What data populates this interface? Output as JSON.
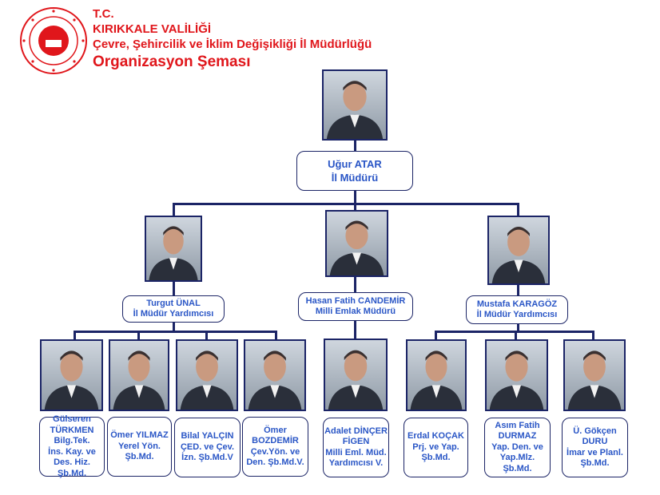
{
  "header": {
    "line1": "T.C.",
    "line2": "KIRIKKALE VALİLİĞİ",
    "line3": "Çevre, Şehircilik ve İklim Değişikliği İl Müdürlüğü",
    "title": "Organizasyon Şeması"
  },
  "colors": {
    "header": "#e0161b",
    "text": "#2a56c6",
    "lines": "#1b2466"
  },
  "director": {
    "name": "Uğur ATAR",
    "role": "İl Müdürü"
  },
  "deputies": [
    {
      "name": "Turgut ÜNAL",
      "role": "İl Müdür Yardımcısı"
    },
    {
      "name": "Hasan Fatih CANDEMİR",
      "role": "Milli Emlak Müdürü"
    },
    {
      "name": "Mustafa KARAGÖZ",
      "role": "İl Müdür Yardımcısı"
    }
  ],
  "staff": [
    {
      "lines": [
        "Gülseren",
        "TÜRKMEN",
        "Bilg.Tek.",
        "İns. Kay. ve",
        "Des. Hiz.",
        "Şb.Md."
      ]
    },
    {
      "lines": [
        "Ömer YILMAZ",
        "Yerel Yön.",
        "Şb.Md."
      ]
    },
    {
      "lines": [
        "Bilal YALÇIN",
        "ÇED. ve Çev.",
        "İzn. Şb.Md.V"
      ]
    },
    {
      "lines": [
        "Ömer",
        "BOZDEMİR",
        "Çev.Yön.  ve",
        "Den. Şb.Md.V."
      ]
    },
    {
      "lines": [
        "Adalet DİNÇER",
        "FİGEN",
        "Milli Eml. Müd.",
        "Yardımcısı V."
      ]
    },
    {
      "lines": [
        "Erdal KOÇAK",
        "Prj. ve Yap.",
        "Şb.Md."
      ]
    },
    {
      "lines": [
        "Asım Fatih",
        "DURMAZ",
        "Yap. Den. ve",
        "Yap.Mlz.",
        "Şb.Md."
      ]
    },
    {
      "lines": [
        "Ü. Gökçen",
        "DURU",
        "İmar ve Planl.",
        "Şb.Md."
      ]
    }
  ]
}
